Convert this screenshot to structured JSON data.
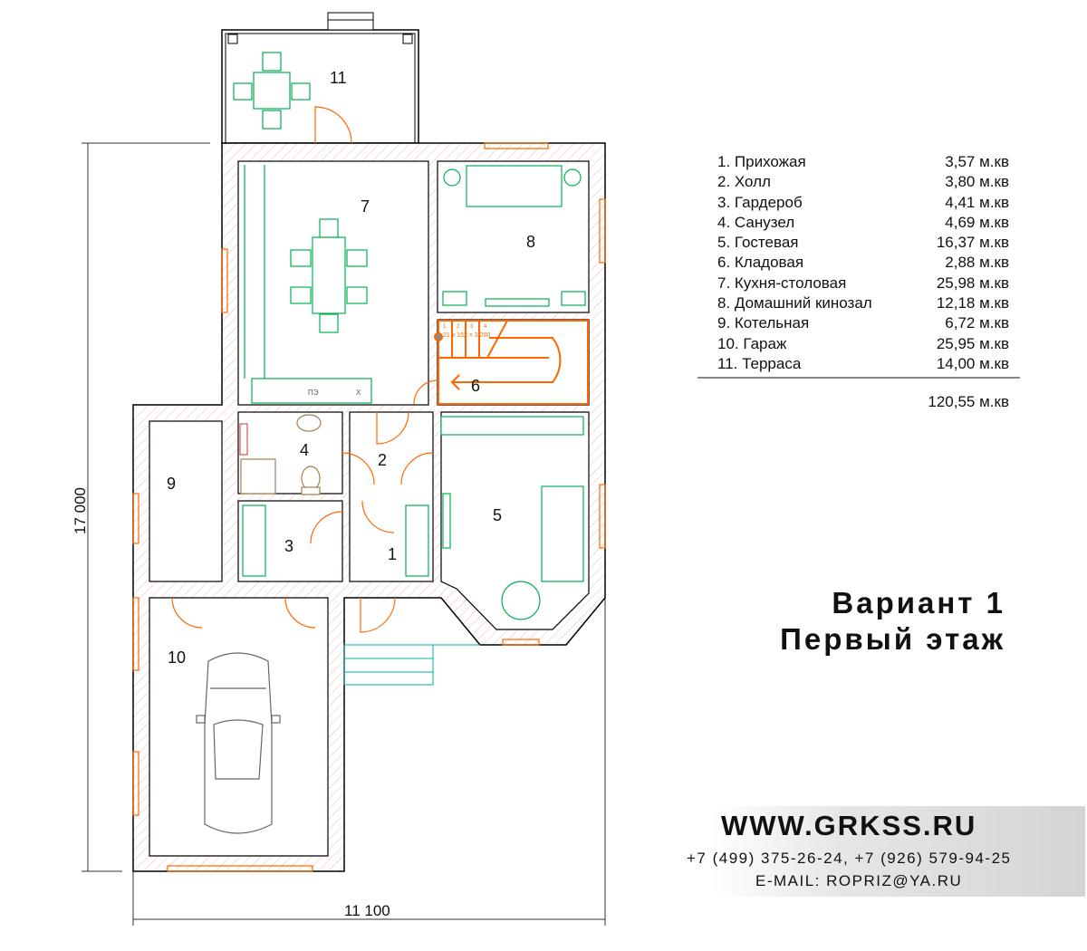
{
  "rooms": [
    {
      "num": "1",
      "label": "1. Прихожая",
      "area": "3,57 м.кв"
    },
    {
      "num": "2",
      "label": "2. Холл",
      "area": "3,80 м.кв"
    },
    {
      "num": "3",
      "label": "3. Гардероб",
      "area": "4,41 м.кв"
    },
    {
      "num": "4",
      "label": "4. Санузел",
      "area": "4,69 м.кв"
    },
    {
      "num": "5",
      "label": "5. Гостевая",
      "area": "16,37 м.кв"
    },
    {
      "num": "6",
      "label": "6. Кладовая",
      "area": "2,88 м.кв"
    },
    {
      "num": "7",
      "label": "7. Кухня-столовая",
      "area": "25,98 м.кв"
    },
    {
      "num": "8",
      "label": "8. Домашний кинозал",
      "area": "12,18 м.кв"
    },
    {
      "num": "9",
      "label": "9. Котельная",
      "area": "6,72 м.кв"
    },
    {
      "num": "10",
      "label": "10. Гараж",
      "area": "25,95 м.кв"
    },
    {
      "num": "11",
      "label": "11. Терраса",
      "area": "14,00 м.кв"
    }
  ],
  "total_area": "120,55 м.кв",
  "title": {
    "line1": "Вариант 1",
    "line2": "Первый этаж"
  },
  "dimensions": {
    "height": "17 000",
    "width": "11 100"
  },
  "stair_label": "21 x 152 = 3 200",
  "stair_steps": [
    "1",
    "2",
    "3",
    "4"
  ],
  "kitchen_labels": {
    "stove": "ПЭ",
    "fridge": "Х"
  },
  "brand": {
    "site": "WWW.GRKSS.RU",
    "phones": "+7 (499) 375-26-24, +7 (926) 579-94-25",
    "email": "E-MAIL: ROPRIZ@YA.RU"
  },
  "colors": {
    "wall": "#000000",
    "hatch": "#f4b8b8",
    "furniture": "#00b050",
    "stairs": "#ff6600",
    "windows": "#ff6600",
    "steps": "#00b0a0"
  }
}
